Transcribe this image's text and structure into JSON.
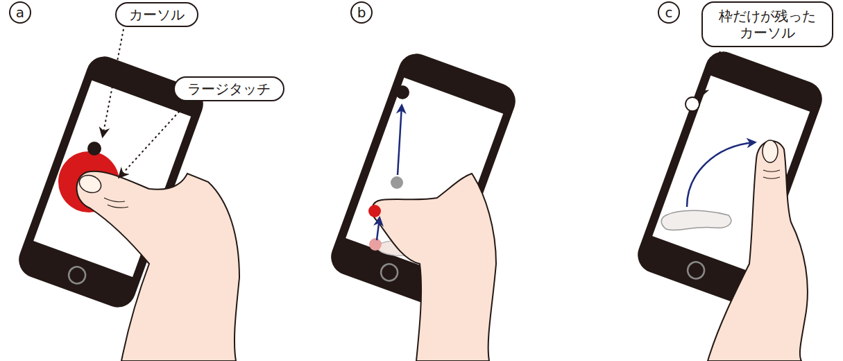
{
  "diagram": {
    "nodes": [
      {
        "text": [
          "a"
        ]
      },
      {
        "text": [
          "カーソル"
        ]
      },
      {
        "text": [
          "ラージタッチ"
        ]
      },
      {
        "text": [
          "b"
        ]
      },
      {
        "text": [
          "c"
        ]
      },
      {
        "text": [
          "枠だけが残った カーソル"
        ]
      }
    ]
  }
}
